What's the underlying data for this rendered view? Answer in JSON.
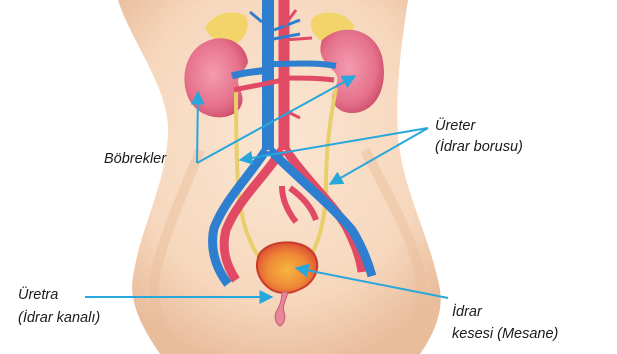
{
  "labels": {
    "kidneys": "Böbrekler",
    "ureter_line1": "Üreter",
    "ureter_line2": "(İdrar borusu)",
    "urethra_line1": "Üretra",
    "urethra_line2": "(İdrar kanalı)",
    "bladder_line1": "İdrar",
    "bladder_line2": "kesesi (Mesane)"
  },
  "colors": {
    "skin": "#f8dcc3",
    "skin_shadow": "#e6b896",
    "kidney": "#e9758f",
    "kidney_dark": "#c94b68",
    "adrenal": "#f2d46a",
    "vein": "#2f7fd0",
    "artery": "#e04a64",
    "ureter": "#e8cf6b",
    "bladder": "#e25a38",
    "bladder_urine": "#f4b23d",
    "pointer": "#27a7dc"
  }
}
